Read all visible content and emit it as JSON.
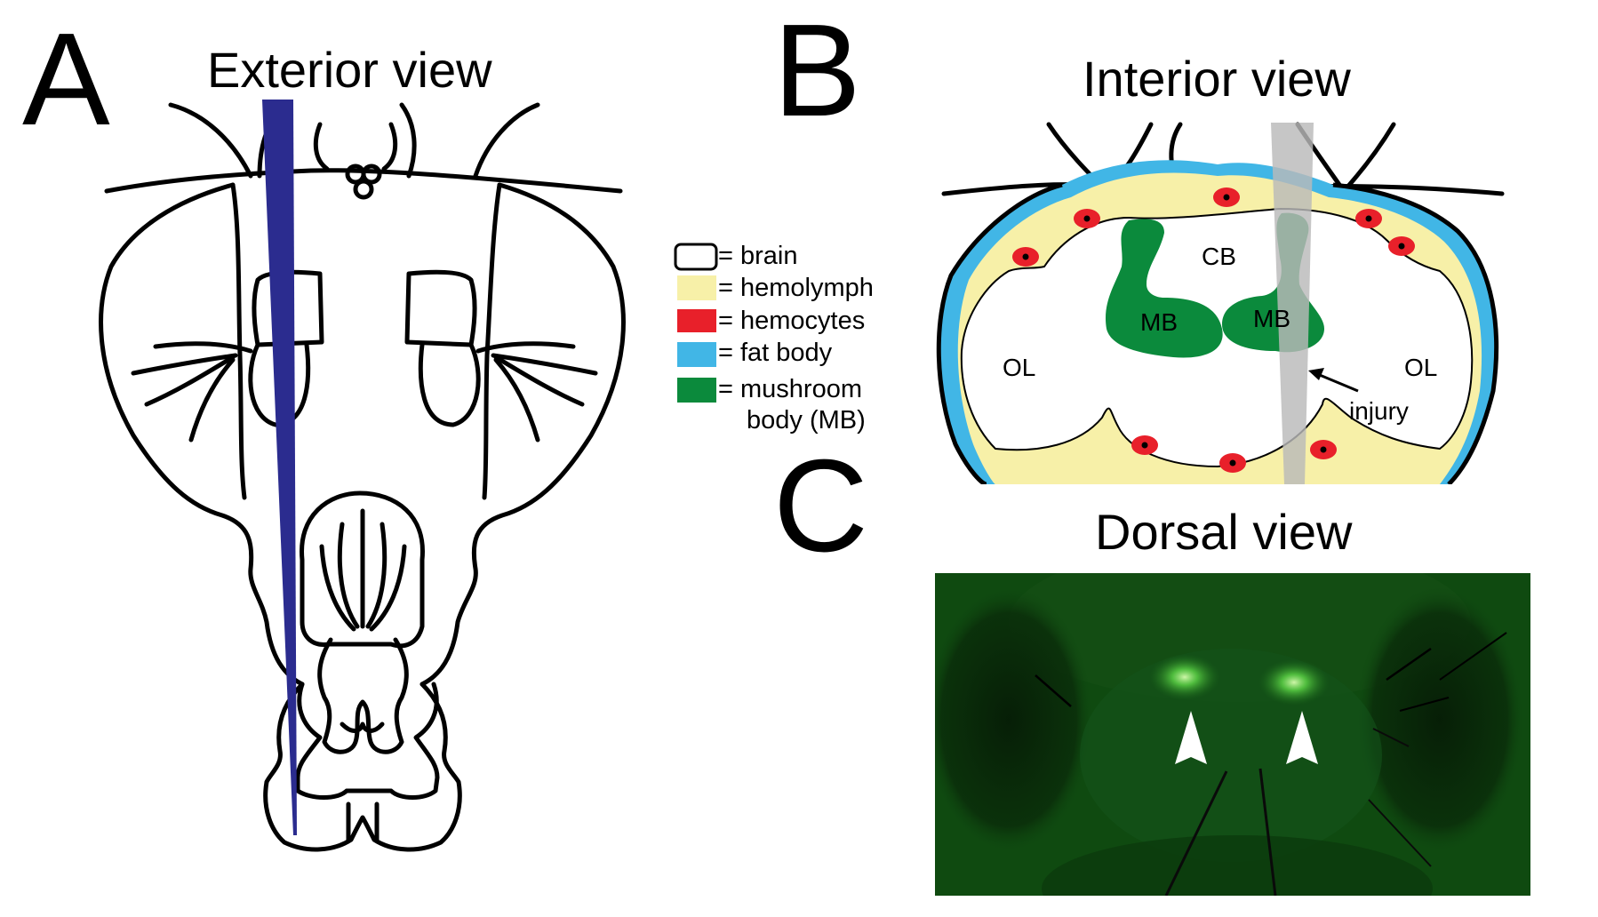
{
  "panels": {
    "a": {
      "letter": "A",
      "title": "Exterior view"
    },
    "b": {
      "letter": "B",
      "title": "Interior view"
    },
    "c": {
      "letter": "C",
      "title": "Dorsal view"
    }
  },
  "legend": {
    "items": [
      {
        "label": "= brain",
        "color": "#ffffff"
      },
      {
        "label": "= hemolymph",
        "color": "#f7f0a8"
      },
      {
        "label": "= hemocytes",
        "color": "#e8202a"
      },
      {
        "label": "= fat body",
        "color": "#41b6e6"
      },
      {
        "label": "= mushroom",
        "label2": "body (MB)",
        "color": "#0b8a3c"
      }
    ]
  },
  "interior_labels": {
    "cb": "CB",
    "mb_left": "MB",
    "mb_right": "MB",
    "ol_left": "OL",
    "ol_right": "OL",
    "injury": "injury"
  },
  "colors": {
    "needle": "#2b2c8f",
    "injury_track": "#b9b9b9",
    "hemolymph": "#f7f0a8",
    "hemocyte": "#e8202a",
    "fat_body": "#41b6e6",
    "mushroom_body": "#0b8a3c",
    "micrograph_bg": "#0f4a10"
  }
}
